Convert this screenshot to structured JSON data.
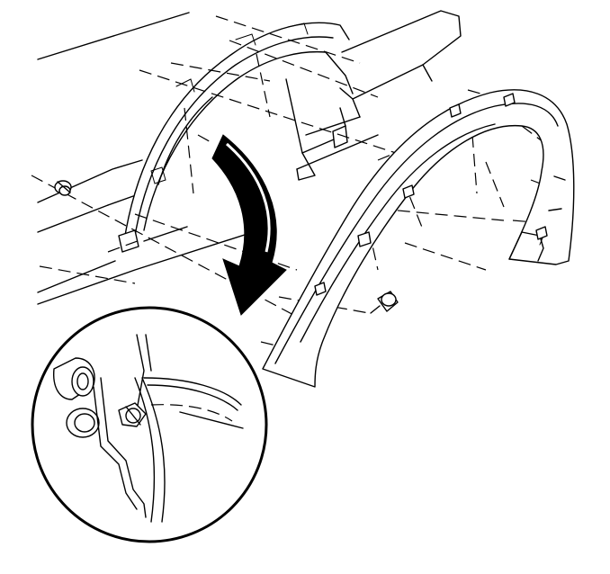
{
  "figure": {
    "alt": "",
    "parts": [
      "body-panel",
      "wheel-opening-flare-outer",
      "fender-flare",
      "install-arrow",
      "push-retainer",
      "bolt",
      "detail-inset"
    ]
  }
}
